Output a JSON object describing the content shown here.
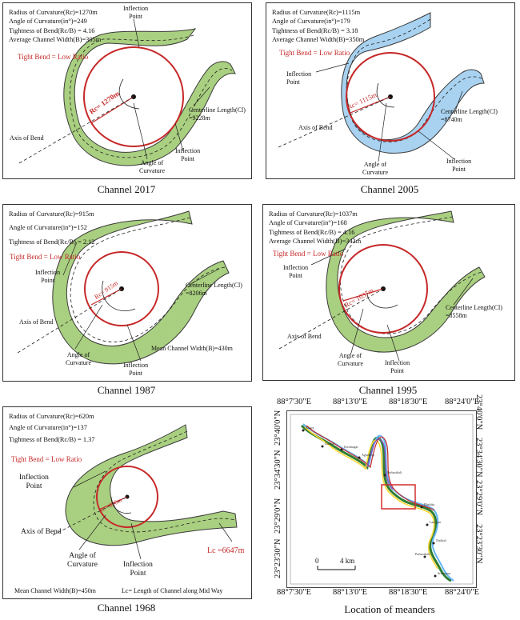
{
  "panels": {
    "p2017": {
      "caption": "Channel 2017",
      "lines": [
        "Radius of Curvature(Rc)=1270m",
        "Angle of Curvature(in°)=249",
        "Tightness of Bend(Rc/B) = 4.16",
        "Average Channel Width(B)=305m"
      ],
      "tight": "Tight Bend = Low Ratio",
      "radius_label": "Rc= 1270m",
      "inflection_top": [
        "Inflection",
        "Point"
      ],
      "centerline": [
        "Centerline Length(Cl)",
        "=9228m"
      ],
      "axis": "Axis of Bend",
      "angle": [
        "Angle of",
        "Curvature"
      ],
      "inflection_bottom": [
        "Inflection",
        "Point"
      ]
    },
    "p2005": {
      "caption": "Channel 2005",
      "lines": [
        "Radius of Curvature(Rc)=1115m",
        "Angle of Curvature(in°)=179",
        "Tightness of Bend(Rc/B) = 3.18",
        "Average Channel Width(B)=350m"
      ],
      "tight": "Tight Bend = Low Ratio",
      "radius_label": "Rc= 1115m",
      "inflection_top": [
        "Inflection",
        "Point"
      ],
      "centerline": [
        "Centerline Length(Cl)",
        "=8740m"
      ],
      "axis": "Axis of Bend",
      "angle": [
        "Angle of",
        "Curvature"
      ],
      "inflection_bottom": [
        "Inflection",
        "Point"
      ]
    },
    "p1987": {
      "caption": "Channel 1987",
      "lines": [
        "Radius of Curvature(Rc)=915m",
        "Angle of Curvature(in°)=152",
        "Tightness of Bend(Rc/B) = 2.12"
      ],
      "tight": "Tight Bend = Low Ratio",
      "radius_label": "Rc= 915m",
      "inflection_top": [
        "Inflection",
        "Point"
      ],
      "centerline": [
        "Centerline Length(Cl)",
        "=8206m"
      ],
      "axis": "Axis of Bend",
      "mean_width": "Mean Channel Width(B)=430m",
      "angle": [
        "Angle of",
        "Curvature"
      ],
      "inflection_bottom": [
        "Inflection",
        "Point"
      ]
    },
    "p1995": {
      "caption": "Channel 1995",
      "lines": [
        "Radius of Curvature(Rc)=1037m",
        "Angle of Curvature(in°)=168",
        "Tightness of Bend(Rc/B) = 4.16",
        "Average Channel Width(B)=343m"
      ],
      "tight": "Tight Bend = Low Ratio",
      "radius_label": "Rc= 1037m",
      "inflection_top": [
        "Inflection",
        "Point"
      ],
      "centerline": [
        "Centerline Length(Cl)",
        "=8558m"
      ],
      "axis": "Axis of Bend",
      "angle": [
        "Angle of",
        "Curvature"
      ],
      "inflection_bottom": [
        "Inflection",
        "Point"
      ]
    },
    "p1968": {
      "caption": "Channel 1968",
      "lines": [
        "Radius of Curvature(Rc)=620m",
        "Angle of Curvature(in°)=137",
        "Tightness of Bend(Rc/B) = 1.37"
      ],
      "tight": "Tight Bend = Low Ratio",
      "radius_label": "Rc= 620m",
      "inflection_top": [
        "Inflection",
        "Point"
      ],
      "axis": "Axis of Bend",
      "angle": [
        "Angle of",
        "Curvature"
      ],
      "inflection_bottom": [
        "Inflection",
        "Point"
      ],
      "lc": "Lc =6647m",
      "mean_width": "Mean Channel Width(B)=450m",
      "lc_def": "Lc= Length of Channel along Mid Way"
    }
  },
  "map": {
    "caption": "Location of meanders",
    "top_ticks": [
      "88°7'30\"E",
      "88°13'0\"E",
      "88°18'30\"E",
      "88°24'0\"E"
    ],
    "bottom_ticks": [
      "88°7'30\"E",
      "88°13'0\"E",
      "88°18'30\"E",
      "88°24'0\"E"
    ],
    "left_ticks": [
      "23°23'30\"N",
      "23°29'0\"N",
      "23°34'30\"N",
      "23°40'0\"N"
    ],
    "right_ticks": [
      "23°23'30\"N",
      "23°29'0\"N",
      "23°34'30\"N",
      "23°40'0\"N"
    ],
    "scale_start": "0",
    "scale_end": "4 km",
    "towns": [
      "Katwa",
      "Dadhia",
      "Krishnagar",
      "Agradwip",
      "Purbasthali",
      "Bhaluka",
      "Lausipur",
      "Nadiyal",
      "Purbasthali",
      "Srirampur"
    ]
  },
  "colors": {
    "green": "#a9cf80",
    "blue": "#a8d2f0",
    "outline": "#3b3b3b",
    "red": "#c62828"
  }
}
